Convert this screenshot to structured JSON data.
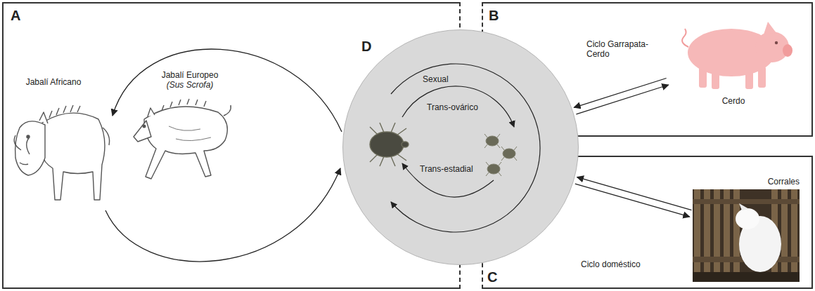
{
  "diagram": {
    "nodes": [
      {
        "text": [
          "A"
        ]
      },
      {
        "text": [
          "B"
        ]
      },
      {
        "text": [
          "C"
        ]
      },
      {
        "text": [
          "D"
        ]
      },
      {
        "text": [
          "Cerdo"
        ],
        "in": 1
      },
      {
        "text": [
          "Corrales"
        ],
        "in": 2
      }
    ],
    "edges": [
      {
        "from": 3,
        "to": 4,
        "arrow": "to"
      },
      {
        "from": 4,
        "to": 3,
        "arrow": "to"
      },
      {
        "from": 3,
        "to": 5,
        "arrow": "to"
      },
      {
        "from": 5,
        "to": 3,
        "arrow": "to"
      }
    ],
    "labels": [
      "Jabalí Africano",
      "Jabalí Europeo",
      "(Sus Scrofa)",
      "Sexual",
      "Trans-ovárico",
      "Trans-estadial",
      "Ciclo Garrapata-Cerdo",
      "Ciclo doméstico"
    ]
  }
}
